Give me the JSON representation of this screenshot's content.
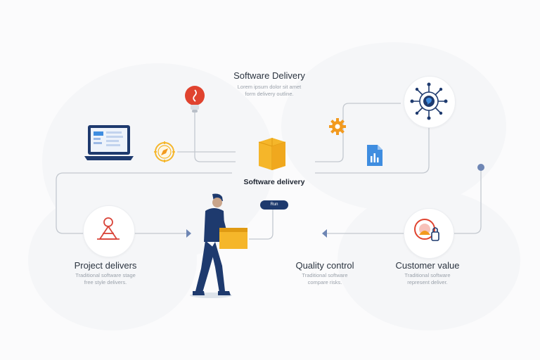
{
  "header": {
    "title": "Software Delivery",
    "subtitle_lines": [
      "Lorem ipsum dolor sit amet",
      "form delivery outline."
    ]
  },
  "center": {
    "label": "Software delivery",
    "pill": "Run"
  },
  "nodes": [
    {
      "title": "Project delivers",
      "sub_lines": [
        "Traditional software stage",
        "free style delivers."
      ]
    },
    {
      "title": "Quality control",
      "sub_lines": [
        "Traditional software",
        "compare risks."
      ]
    },
    {
      "title": "Customer value",
      "sub_lines": [
        "Traditional software",
        "represent deliver."
      ]
    }
  ],
  "colors": {
    "navy": "#1e3a6e",
    "line": "#c3c8cf",
    "accent_yellow": "#f5b62a",
    "accent_red": "#e0432f",
    "accent_orange": "#f29a1f",
    "accent_blue": "#3f8de0"
  },
  "icons": [
    "laptop-icon",
    "lightbulb-icon",
    "compass-icon",
    "box-icon",
    "gear-icon",
    "document-icon",
    "network-hub-icon",
    "warning-icon",
    "customer-icon",
    "delivery-person-icon"
  ]
}
